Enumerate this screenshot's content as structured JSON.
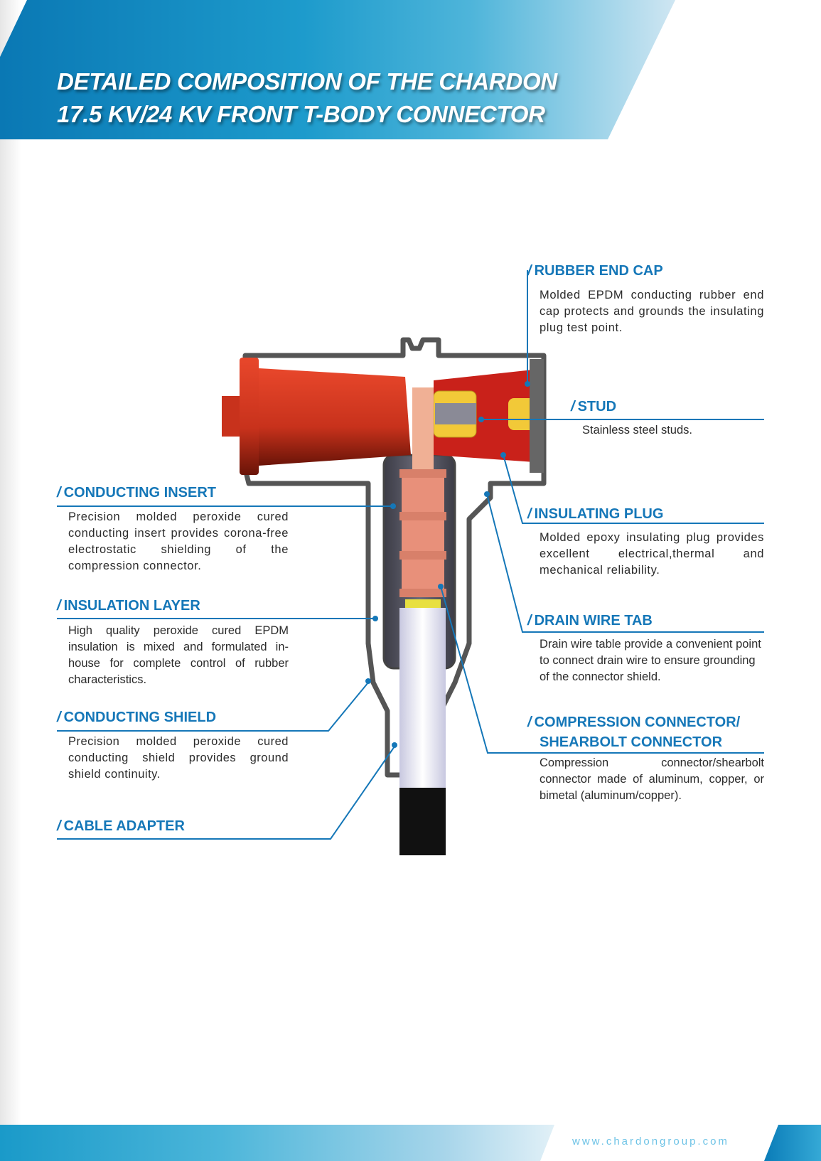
{
  "header": {
    "title_line1": "DETAILED COMPOSITION OF THE CHARDON",
    "title_line2": "17.5 KV/24 KV FRONT T-BODY CONNECTOR"
  },
  "slash": "/",
  "parts": {
    "rubber_end_cap": {
      "label": "RUBBER END CAP",
      "desc": "Molded EPDM conducting rubber end cap protects and grounds the insulating plug test point."
    },
    "stud": {
      "label": "STUD",
      "desc": "Stainless steel studs."
    },
    "insulating_plug": {
      "label": "INSULATING PLUG",
      "desc": "Molded epoxy insulating plug provides excellent electrical,thermal and mechanical reliability."
    },
    "drain_wire_tab": {
      "label": "DRAIN WIRE TAB",
      "desc": "Drain wire table provide a convenient point to connect drain wire to ensure grounding of the connector shield."
    },
    "compression_connector": {
      "label_line1": "COMPRESSION CONNECTOR/",
      "label_line2": "SHEARBOLT CONNECTOR",
      "desc": "Compression connector/shearbolt connector made of aluminum, copper, or bimetal (aluminum/copper)."
    },
    "conducting_insert": {
      "label": "CONDUCTING INSERT",
      "desc": "Precision molded peroxide cured conducting insert provides corona-free electrostatic shielding of the compression connector."
    },
    "insulation_layer": {
      "label": "INSULATION LAYER",
      "desc": "High quality peroxide cured EPDM insulation is mixed and formulated in-house for complete control of rubber characteristics."
    },
    "conducting_shield": {
      "label": "CONDUCTING SHIELD",
      "desc": "Precision molded peroxide cured conducting shield provides ground shield continuity."
    },
    "cable_adapter": {
      "label": "CABLE ADAPTER"
    }
  },
  "footer": {
    "url": "www.chardongroup.com"
  },
  "colors": {
    "brand_blue": "#1577b8",
    "rubber_red": "#d63a22",
    "copper": "#e8907a"
  }
}
